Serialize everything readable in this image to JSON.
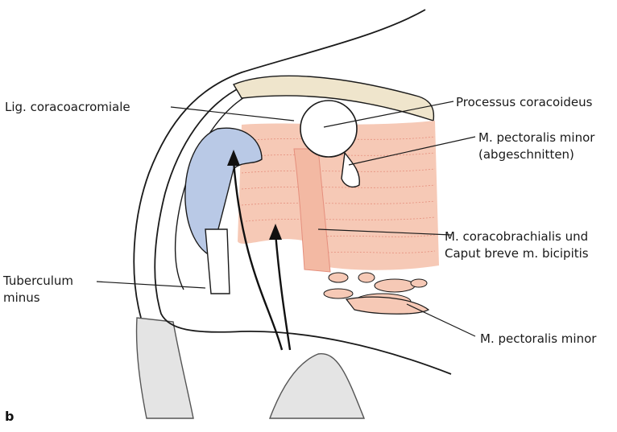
{
  "labels": {
    "lig_coracoacromiale": "Lig. coracoacromiale",
    "processus_coracoideus": "Processus coracoideus",
    "pect_minor_cut_line1": "M. pectoralis minor",
    "pect_minor_cut_line2": "(abgeschnitten)",
    "coracobrachialis_line1": "M. coracobrachialis und",
    "coracobrachialis_line2": "Caput breve m. bicipitis",
    "tuberculum_line1": "Tuberculum",
    "tuberculum_line2": "minus",
    "pect_minor": "M. pectoralis minor"
  },
  "panel_letter": "b",
  "colors": {
    "muscle": "#f6c9b6",
    "muscle_fiber": "#e58f7d",
    "capsule": "#b9c9e6",
    "ligament": "#efe5cc",
    "outline": "#1a1a1a",
    "skin": "#e3e3e3"
  }
}
